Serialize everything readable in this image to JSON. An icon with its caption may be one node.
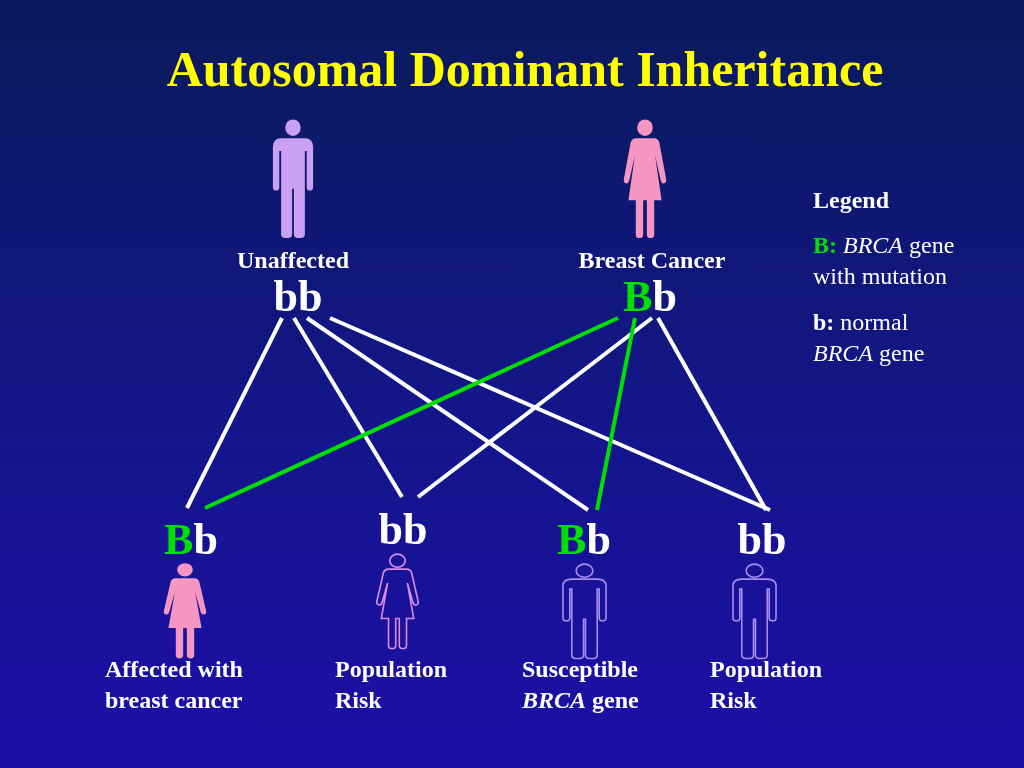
{
  "diagram": {
    "title": "Autosomal Dominant Inheritance",
    "nodes": [
      {
        "text": [
          "Unaffected",
          "bb"
        ]
      },
      {
        "text": [
          "Breast Cancer",
          "Bb"
        ]
      },
      {
        "text": [
          "Bb",
          "Affected with breast cancer"
        ]
      },
      {
        "text": [
          "bb",
          "Population Risk"
        ]
      },
      {
        "text": [
          "Bb",
          "Susceptible *BRCA* gene"
        ]
      },
      {
        "text": [
          "bb",
          "Population Risk"
        ]
      }
    ],
    "edges": [
      {
        "from": 0,
        "to": 2,
        "arrow": "none"
      },
      {
        "from": 0,
        "to": 3,
        "arrow": "none"
      },
      {
        "from": 0,
        "to": 4,
        "arrow": "none"
      },
      {
        "from": 0,
        "to": 5,
        "arrow": "none"
      },
      {
        "from": 1,
        "to": 2,
        "arrow": "none",
        "color": "#00e000"
      },
      {
        "from": 1,
        "to": 3,
        "arrow": "none"
      },
      {
        "from": 1,
        "to": 4,
        "arrow": "none",
        "color": "#00e000"
      },
      {
        "from": 1,
        "to": 5,
        "arrow": "none"
      }
    ],
    "labels": [
      "Legend",
      "**B:** *BRCA* gene with mutation",
      "**b:** normal *BRCA* gene"
    ]
  }
}
